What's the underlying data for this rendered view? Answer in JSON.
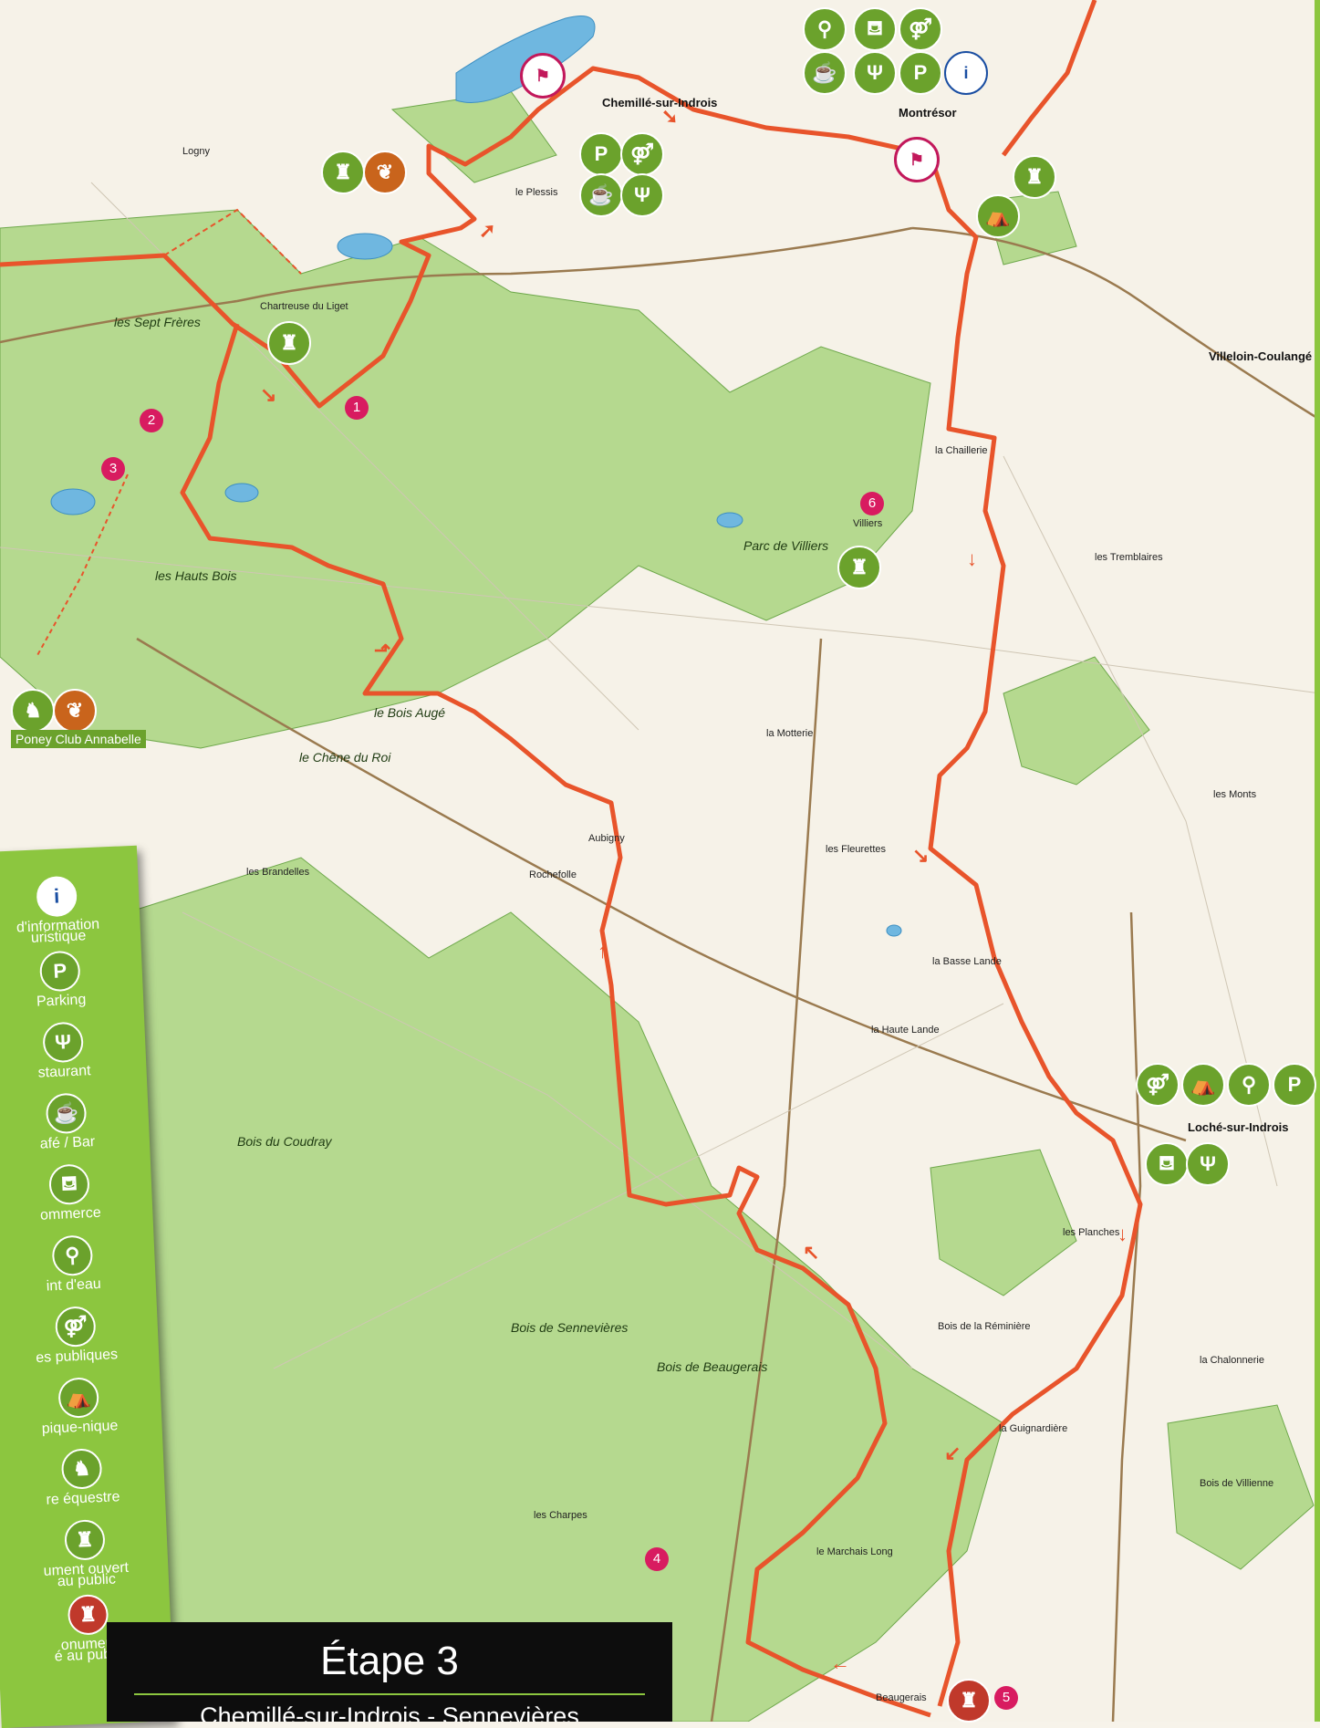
{
  "title": {
    "stage": "Étape 3",
    "route": "Chemillé-sur-Indrois - Sennevières"
  },
  "legend": [
    {
      "icon": "info",
      "label": "d'information"
    },
    {
      "icon": "info-cont",
      "label": "uristique"
    },
    {
      "icon": "P",
      "label": "Parking"
    },
    {
      "icon": "fork",
      "label": "staurant"
    },
    {
      "icon": "cup",
      "label": "afé / Bar"
    },
    {
      "icon": "basket",
      "label": "ommerce"
    },
    {
      "icon": "tap",
      "label": "int d'eau"
    },
    {
      "icon": "wc",
      "label": "es publiques"
    },
    {
      "icon": "picnic",
      "label": "pique-nique"
    },
    {
      "icon": "horse",
      "label": "re équestre"
    },
    {
      "icon": "tower",
      "label": "ument ouvert"
    },
    {
      "icon": "tower-cont",
      "label": "au public"
    },
    {
      "icon": "tower-red",
      "label": "onument"
    },
    {
      "icon": "tower-red-cont",
      "label": "é au public"
    }
  ],
  "poney_label": "Poney Club Annabelle",
  "numbered_points": [
    "1",
    "2",
    "3",
    "4",
    "5",
    "6"
  ],
  "places": {
    "chemille": "Chemillé-sur-Indrois",
    "montresor": "Montrésor",
    "villeloin": "Villeloin-Coulangé",
    "loche": "Loché-sur-Indrois",
    "beaugerais": "Beaugerais",
    "chartreuse": "Chartreuse du Liget",
    "sept_freres": "les Sept Frères",
    "plessis": "le Plessis",
    "logny": "Logny",
    "chaillerie": "la Chaillerie",
    "villiers": "Villiers",
    "parc_villiers": "Parc de Villiers",
    "hauts_bois": "les Hauts Bois",
    "bois_auge": "le Bois Augé",
    "chene_roi": "le Chêne du Roi",
    "motterie": "la Motterie",
    "aubigny": "Aubigny",
    "rochefolle": "Rochefolle",
    "brandelles": "les Brandelles",
    "fleurettes": "les Fleurettes",
    "bois_coudray": "Bois du Coudray",
    "bois_sennevieres": "Bois de Sennevières",
    "bois_beaugerais": "Bois de Beaugerais",
    "marchais_long": "le Marchais Long",
    "reminiere": "Bois de la Réminière",
    "villiene": "Bois de Villienne",
    "haute_lande": "la Haute Lande",
    "basse_lande": "la Basse Lande",
    "monts": "les Monts",
    "tremblaires": "les Tremblaires",
    "chaloniere": "la Chalonnerie",
    "guignardiere": "la Guignardière",
    "planches": "les Planches",
    "charpes": "les Charpes"
  },
  "colors": {
    "forest": "#b5d98f",
    "route": "#e8542b",
    "road": "#9a7a4f",
    "water": "#6fb7e0",
    "legend_bg": "#8cc63f"
  }
}
